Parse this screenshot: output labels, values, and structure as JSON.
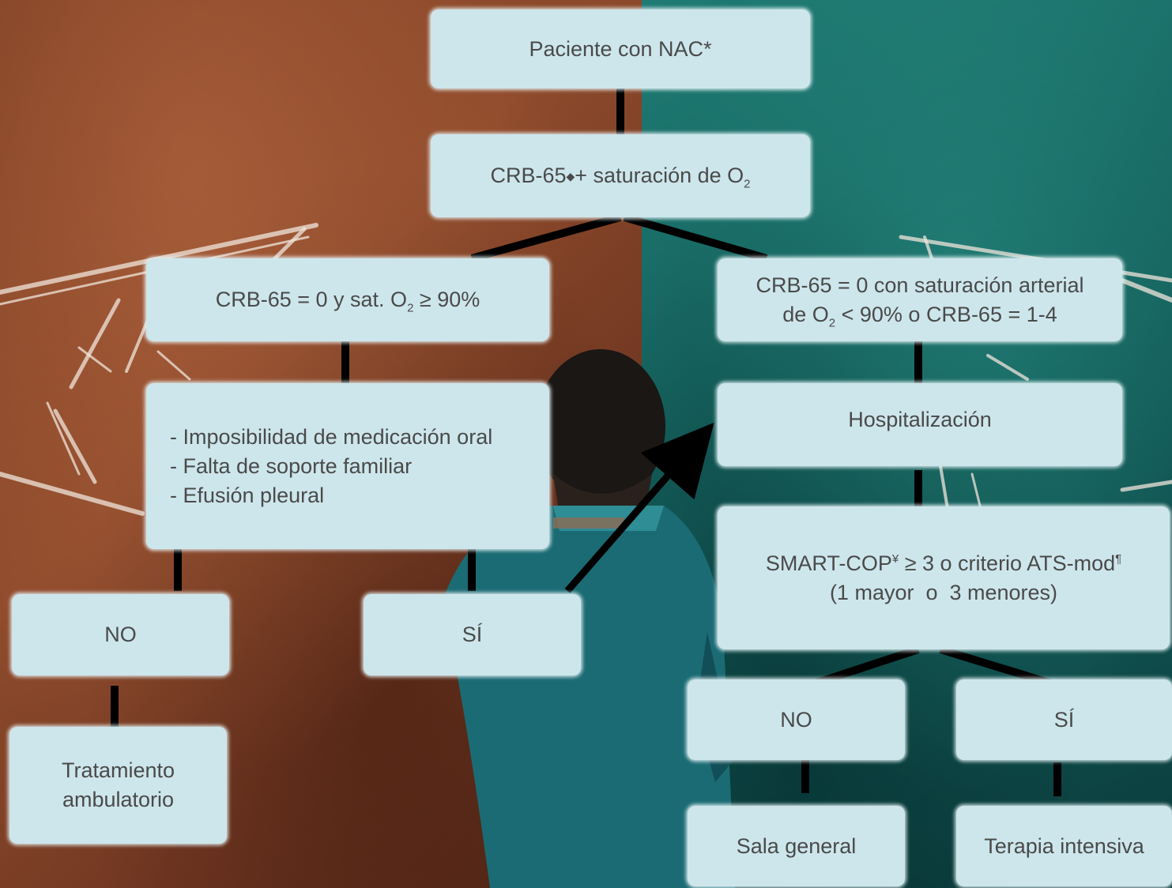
{
  "diagram": {
    "nodes": {
      "paciente": {
        "label": "Paciente con NAC*"
      },
      "crb65": {
        "label_pre": "CRB-65",
        "marker": "◆",
        "label_post": "+ saturación de O",
        "sub": "2"
      },
      "left_criteria": {
        "pre": "CRB-65 = 0 y sat. O",
        "sub": "2",
        "post": " ≥ 90%"
      },
      "right_criteria": {
        "line1": "CRB-65 = 0 con saturación arterial",
        "line2_pre": "de O",
        "sub": "2",
        "line2_post": " < 90% o CRB-65 = 1-4"
      },
      "checklist": {
        "items": [
          "- Imposibilidad de medicación oral",
          "- Falta de soporte familiar",
          "- Efusión pleural"
        ]
      },
      "hospitalizacion": {
        "label": "Hospitalización"
      },
      "smartcop": {
        "pre": "SMART-COP",
        "sup1": "¥",
        "mid": " ≥ 3 o criterio ATS-mod",
        "sup2": "¶",
        "line2": "(1 mayor  o  3 menores)"
      },
      "no_left": {
        "label": "NO"
      },
      "si_left": {
        "label": "SÍ"
      },
      "ambulatorio": {
        "line1": "Tratamiento",
        "line2": "ambulatorio"
      },
      "no_right": {
        "label": "NO"
      },
      "si_right": {
        "label": "SÍ"
      },
      "sala": {
        "label": "Sala general"
      },
      "terapia": {
        "label": "Terapia intensiva"
      }
    }
  },
  "colors": {
    "box_fill": "#cde6ec",
    "box_text": "#4a4a4a",
    "connector": "#000000",
    "background_left": "#7a3d22",
    "background_right": "#1f7a73"
  }
}
